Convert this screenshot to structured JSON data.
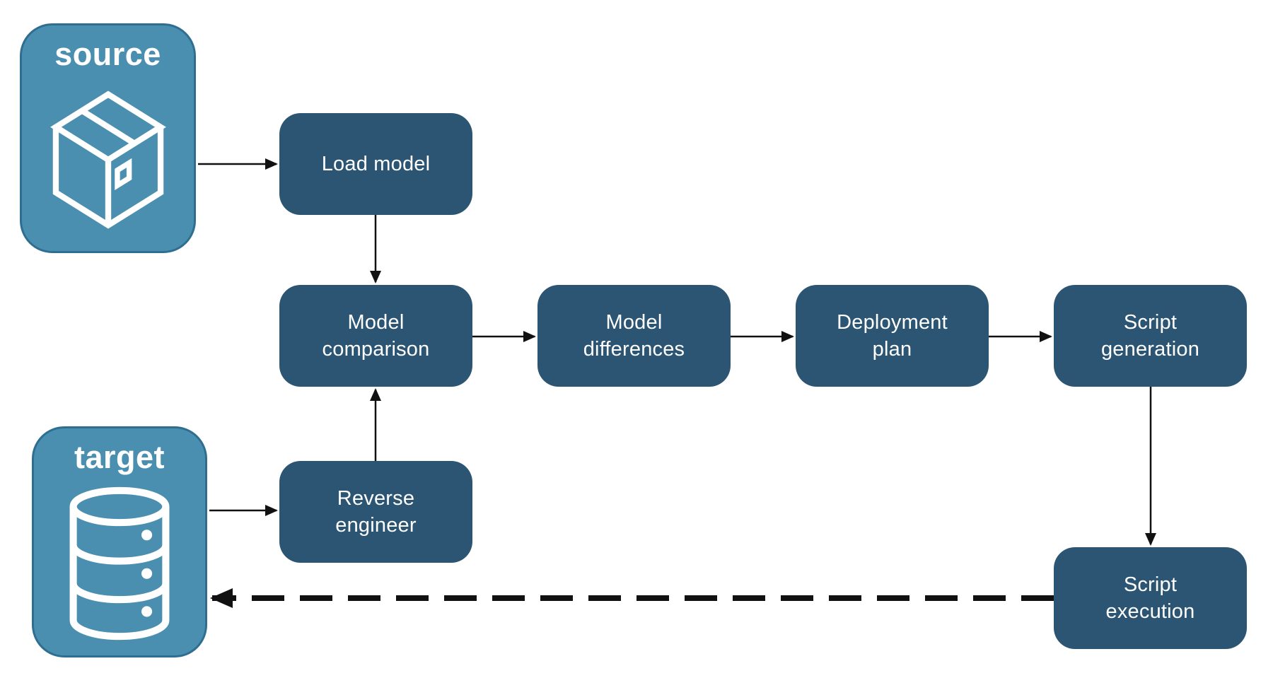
{
  "diagram": {
    "title_implicit": "schema compare and deploy workflow",
    "colors": {
      "background": "#ffffff",
      "node_fill": "#2B5573",
      "endpoint_fill": "#4A8FB0",
      "endpoint_border": "#2E6E90",
      "label_text": "#ffffff",
      "arrow": "#111111"
    },
    "endpoints": {
      "source": {
        "label": "source",
        "icon": "package-icon"
      },
      "target": {
        "label": "target",
        "icon": "database-icon"
      }
    },
    "nodes": {
      "load_model": {
        "label": "Load model"
      },
      "model_comparison": {
        "label": "Model\ncomparison"
      },
      "model_differences": {
        "label": "Model\ndifferences"
      },
      "deployment_plan": {
        "label": "Deployment\nplan"
      },
      "script_generation": {
        "label": "Script\ngeneration"
      },
      "reverse_engineer": {
        "label": "Reverse\nengineer"
      },
      "script_execution": {
        "label": "Script\nexecution"
      }
    },
    "edges": [
      {
        "from": "source",
        "to": "load_model",
        "style": "solid"
      },
      {
        "from": "load_model",
        "to": "model_comparison",
        "style": "solid"
      },
      {
        "from": "model_comparison",
        "to": "model_differences",
        "style": "solid"
      },
      {
        "from": "model_differences",
        "to": "deployment_plan",
        "style": "solid"
      },
      {
        "from": "deployment_plan",
        "to": "script_generation",
        "style": "solid"
      },
      {
        "from": "script_generation",
        "to": "script_execution",
        "style": "solid"
      },
      {
        "from": "target",
        "to": "reverse_engineer",
        "style": "solid"
      },
      {
        "from": "reverse_engineer",
        "to": "model_comparison",
        "style": "solid"
      },
      {
        "from": "script_execution",
        "to": "target",
        "style": "dashed"
      }
    ]
  }
}
